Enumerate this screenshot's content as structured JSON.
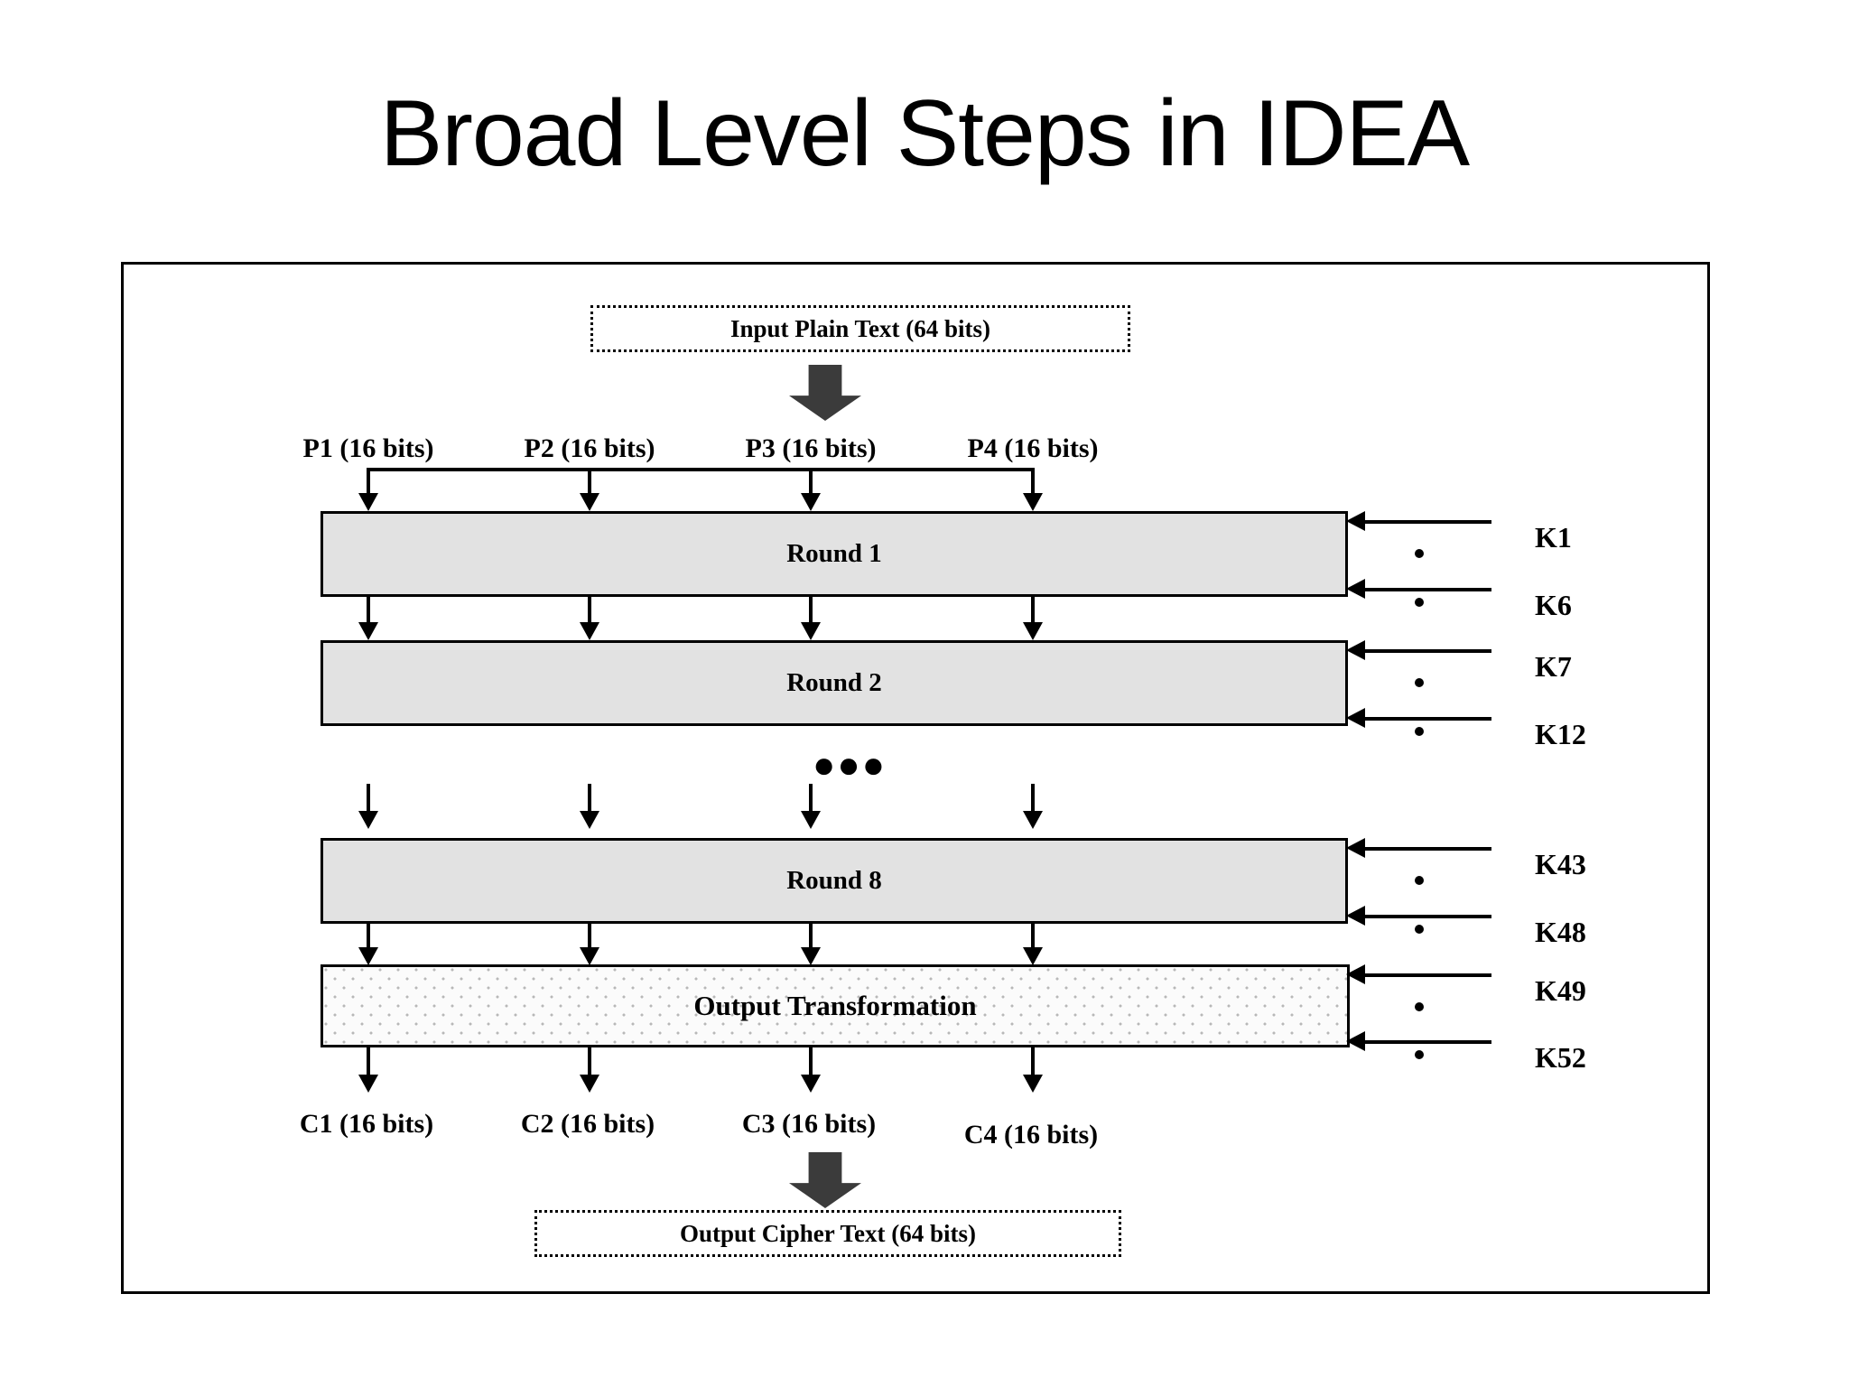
{
  "title": "Broad Level Steps in IDEA",
  "io": {
    "input_box": "Input Plain Text (64 bits)",
    "output_box": "Output Cipher Text (64 bits)"
  },
  "plaintext_words": [
    "P1 (16 bits)",
    "P2 (16 bits)",
    "P3 (16 bits)",
    "P4 (16 bits)"
  ],
  "ciphertext_words": [
    "C1 (16 bits)",
    "C2 (16 bits)",
    "C3 (16 bits)",
    "C4 (16 bits)"
  ],
  "stages": [
    {
      "label": "Round 1",
      "key_first": "K1",
      "key_last": "K6"
    },
    {
      "label": "Round 2",
      "key_first": "K7",
      "key_last": "K12"
    },
    {
      "label": "Round 8",
      "key_first": "K43",
      "key_last": "K48"
    },
    {
      "label": "Output Transformation",
      "key_first": "K49",
      "key_last": "K52"
    }
  ],
  "ellipsis": "●●●",
  "colors": {
    "round_fill": "#e2e2e2",
    "transform_fill": "#fbfbfb",
    "block_arrow": "#3b3b3b",
    "stroke": "#000000",
    "background": "#ffffff"
  }
}
